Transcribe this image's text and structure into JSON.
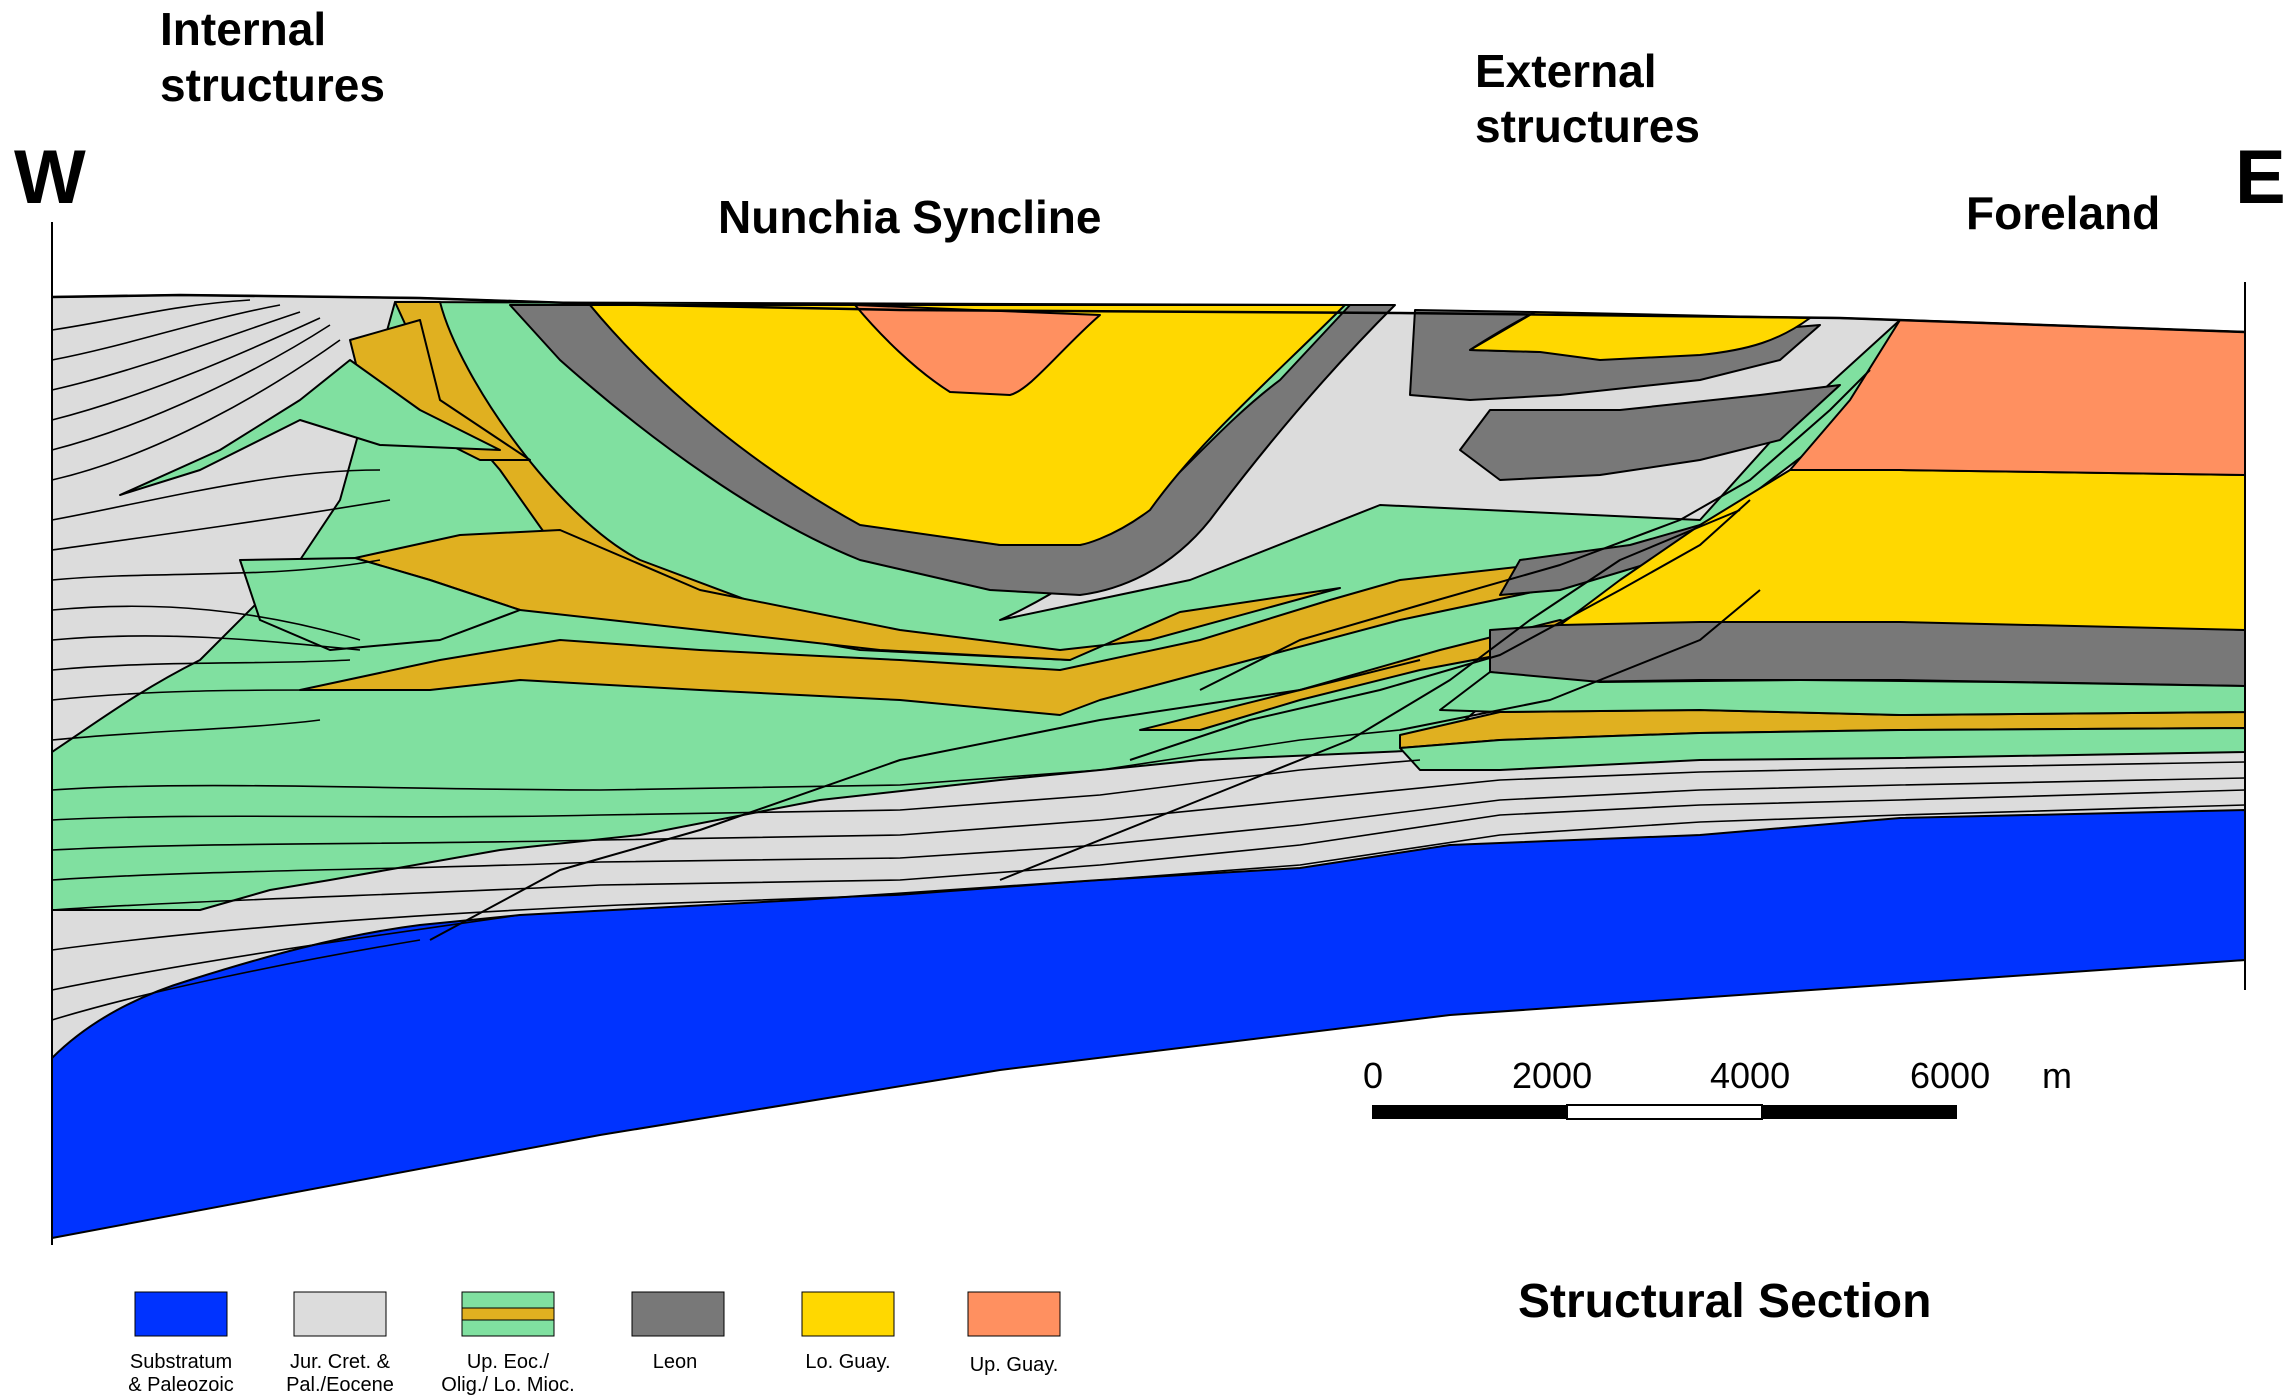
{
  "orientation": {
    "west": "W",
    "east": "E"
  },
  "zones": {
    "internal": [
      "Internal",
      "structures"
    ],
    "external": [
      "External",
      "structures"
    ],
    "syncline": "Nunchia Syncline",
    "foreland": "Foreland"
  },
  "title": "Structural Section",
  "scale": {
    "ticks": [
      "0",
      "2000",
      "4000",
      "6000"
    ],
    "unit": "m"
  },
  "legend": [
    {
      "key": "substratum",
      "color": "#0033ff",
      "lines": [
        "Substratum",
        "& Paleozoic"
      ]
    },
    {
      "key": "jur-cret",
      "color": "#dcdcdc",
      "lines": [
        "Jur. Cret. &",
        "Pal./Eocene"
      ]
    },
    {
      "key": "up-eoc",
      "color": "#80e0a0",
      "band": "#e0b020",
      "lines": [
        "Up. Eoc./",
        "Olig./ Lo. Mioc."
      ]
    },
    {
      "key": "leon",
      "color": "#787878",
      "lines": [
        "Leon"
      ]
    },
    {
      "key": "lo-guay",
      "color": "#ffd800",
      "lines": [
        "Lo. Guay."
      ]
    },
    {
      "key": "up-guay",
      "color": "#ff9060",
      "lines": [
        "Up. Guay."
      ]
    }
  ]
}
